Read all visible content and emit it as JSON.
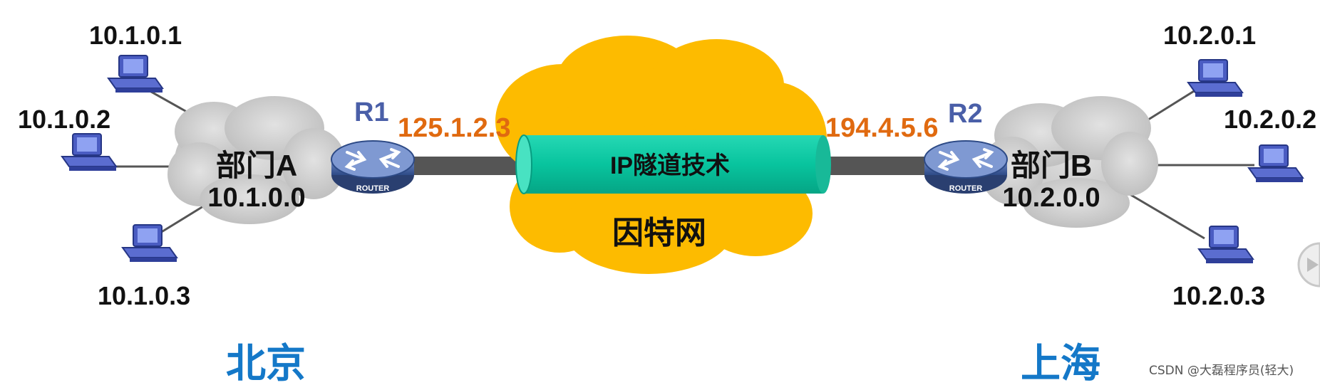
{
  "left_site": {
    "hosts": [
      "10.1.0.1",
      "10.1.0.2",
      "10.1.0.3"
    ],
    "lan_name": "部门A",
    "lan_network": "10.1.0.0",
    "router_name": "R1",
    "router_badge": "ROUTER",
    "public_ip": "125.1.2.3",
    "city": "北京"
  },
  "right_site": {
    "hosts": [
      "10.2.0.1",
      "10.2.0.2",
      "10.2.0.3"
    ],
    "lan_name": "部门B",
    "lan_network": "10.2.0.0",
    "router_name": "R2",
    "router_badge": "ROUTER",
    "public_ip": "194.4.5.6",
    "city": "上海"
  },
  "tunnel_label": "IP隧道技术",
  "internet_label": "因特网",
  "watermark": "CSDN @大磊程序员(轻大)",
  "colors": {
    "internet_cloud": "#fdbb00",
    "lan_cloud": "#cfcfcf",
    "tunnel": "#10c8a4",
    "router": "#3b5a9a",
    "public_ip_text": "#e06a10",
    "router_name_text": "#4a5fa8",
    "city_text": "#1478c8",
    "link": "#555555"
  },
  "icons": [
    "computer-icon",
    "router-icon",
    "cloud-icon",
    "play-icon"
  ]
}
